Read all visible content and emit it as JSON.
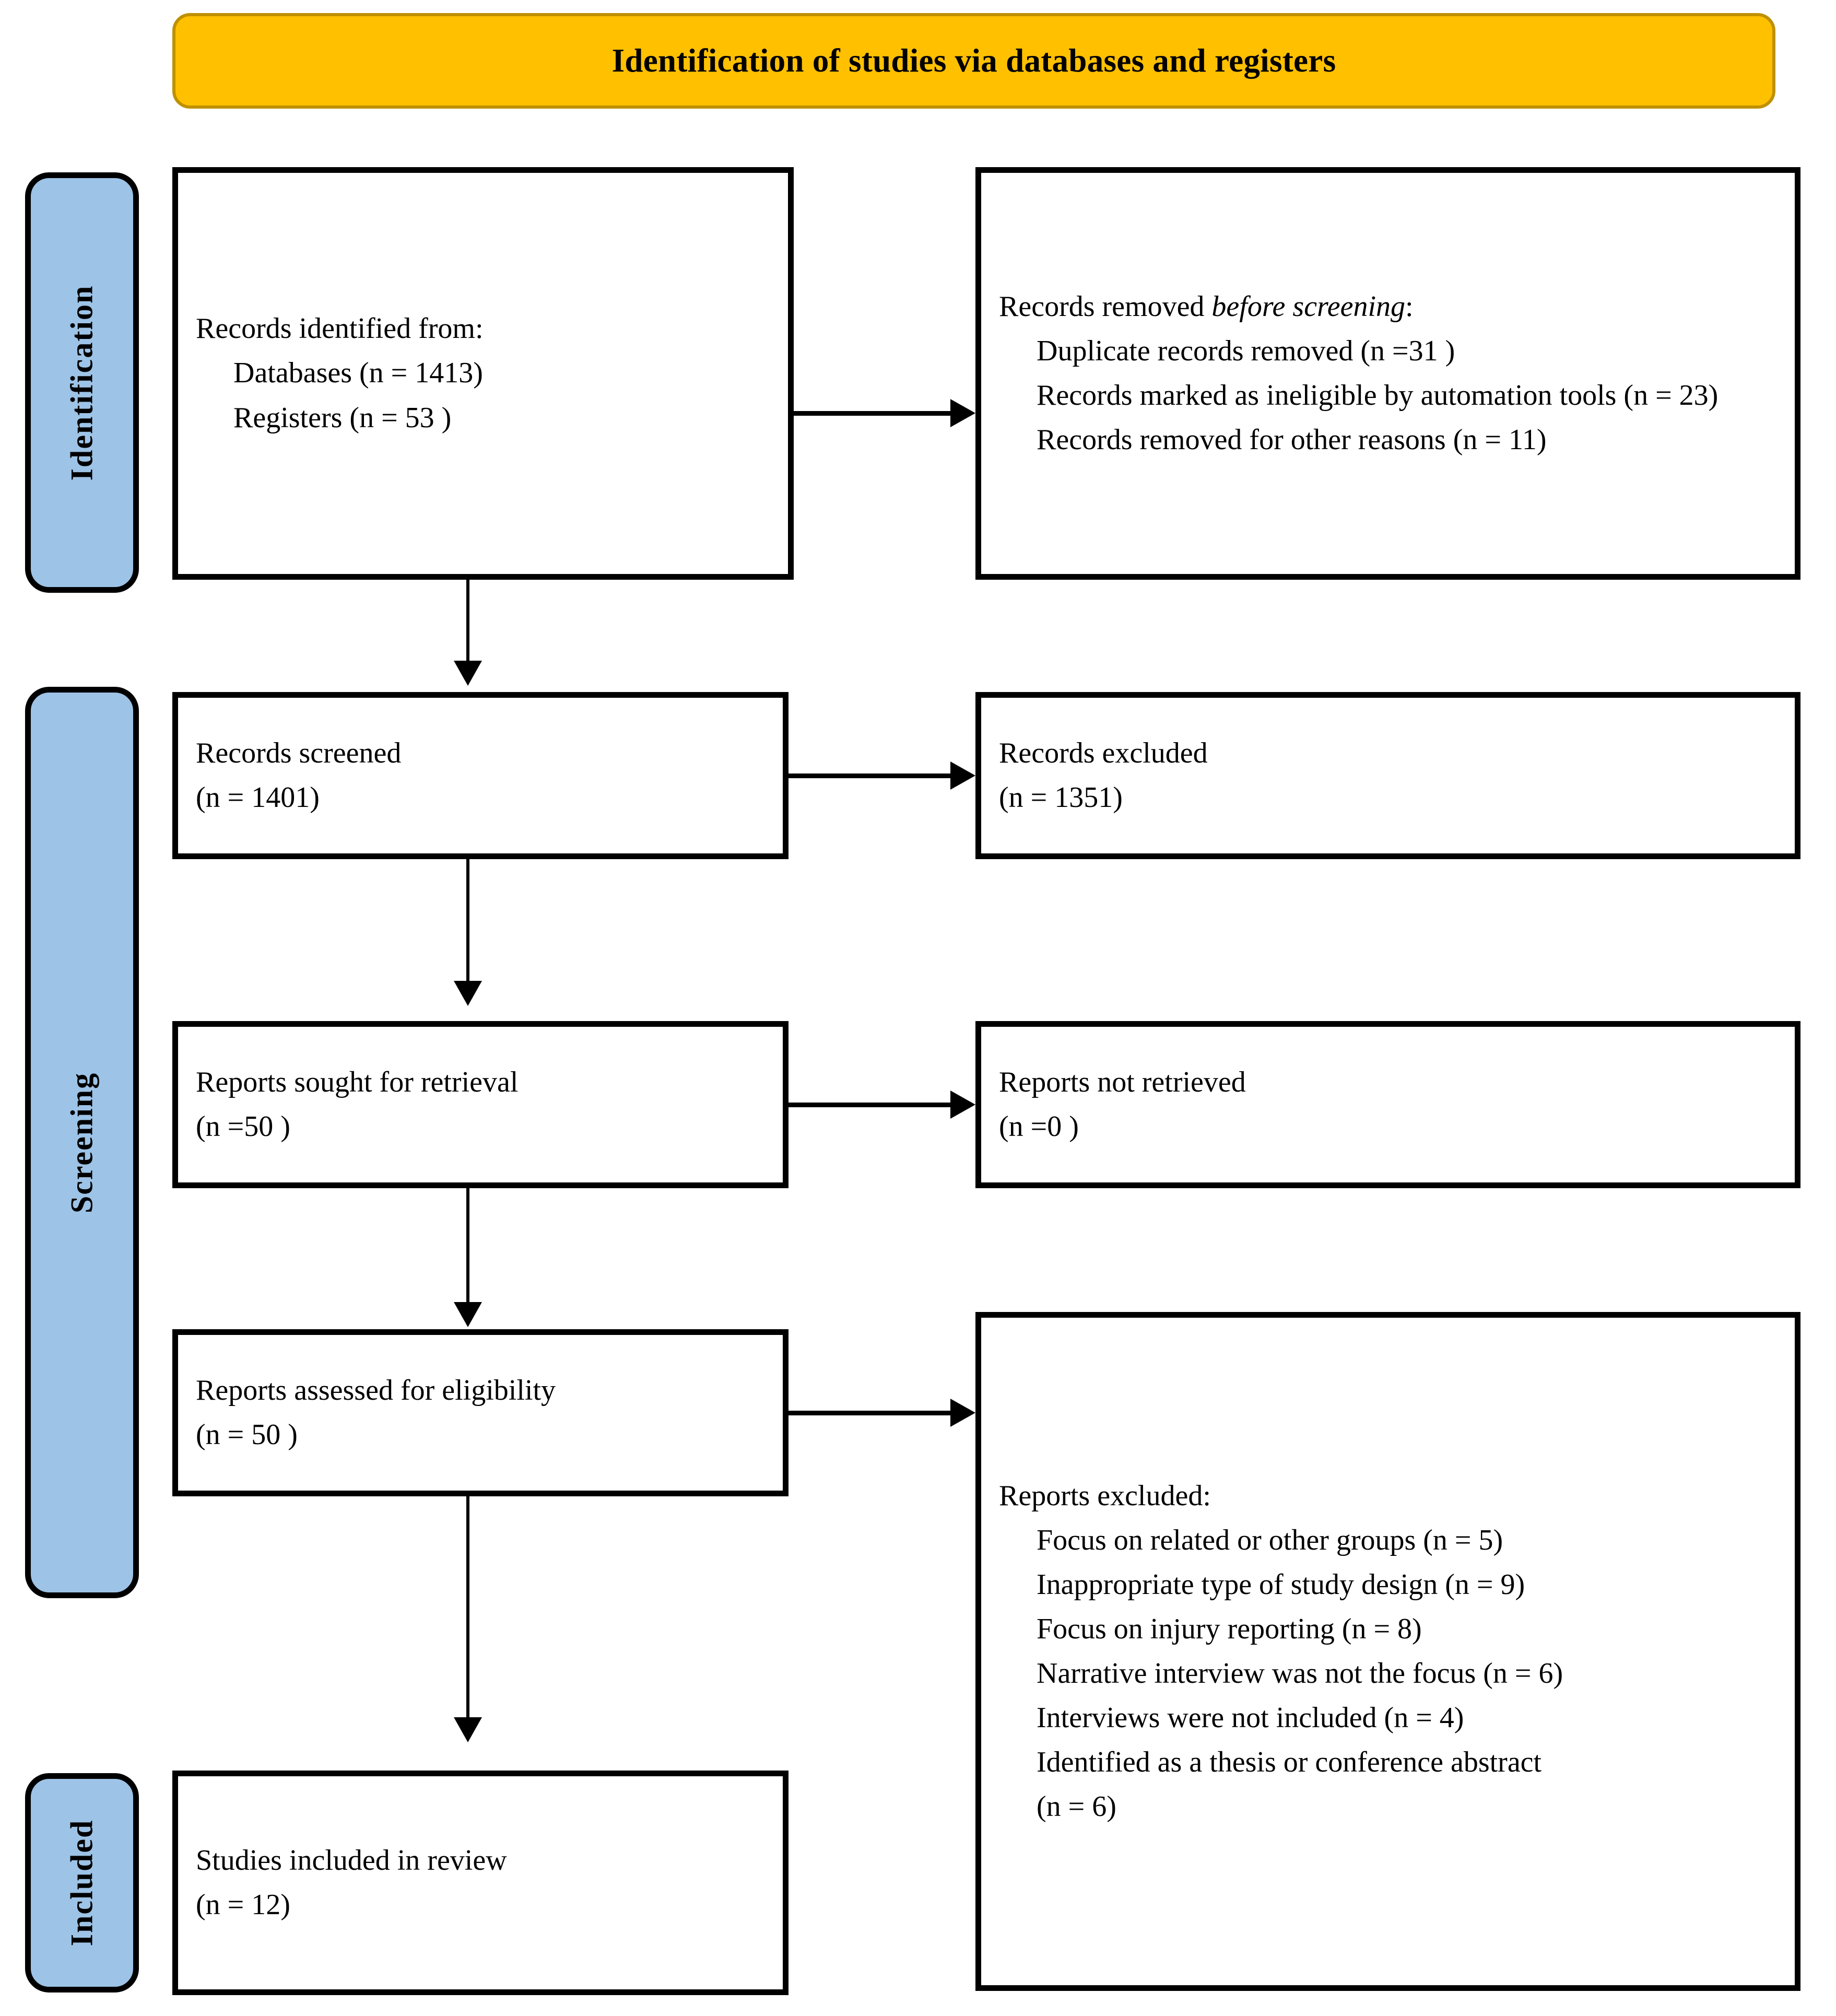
{
  "banner": {
    "title": "Identification of studies via databases and registers",
    "fill_color": "#FFC000",
    "border_color": "#BF9000"
  },
  "stages": {
    "fill_color": "#9DC3E6",
    "identification": "Identification",
    "screening": "Screening",
    "included": "Included"
  },
  "boxes": {
    "identified": {
      "title": "Records identified from:",
      "line1": "Databases (n = 1413)",
      "line2": "Registers (n = 53 )"
    },
    "removed_before_screening": {
      "title_prefix": "Records removed ",
      "title_italic": "before screening",
      "title_suffix": ":",
      "line1": "Duplicate records removed (n =31 )",
      "line2": "Records marked as ineligible by automation tools (n = 23)",
      "line3": "Records removed for other reasons (n = 11)"
    },
    "records_screened": {
      "title": "Records screened",
      "count": "(n = 1401)"
    },
    "records_excluded": {
      "title": "Records excluded",
      "count": "(n = 1351)"
    },
    "reports_sought": {
      "title": "Reports sought for retrieval",
      "count": "(n =50 )"
    },
    "reports_not_retrieved": {
      "title": "Reports not retrieved",
      "count": "(n =0 )"
    },
    "reports_assessed": {
      "title": "Reports assessed for eligibility",
      "count": "(n = 50 )"
    },
    "reports_excluded": {
      "title": "Reports excluded:",
      "reasons": [
        "Focus on related or other groups (n = 5)",
        "Inappropriate type of study design (n = 9)",
        "Focus on injury reporting (n = 8)",
        "Narrative interview was not the focus (n = 6)",
        "Interviews were not included (n = 4)",
        "Identified as a thesis or conference abstract",
        "(n = 6)"
      ]
    },
    "studies_included": {
      "title": "Studies included in review",
      "count": "(n = 12)"
    }
  },
  "chart_data": {
    "type": "diagram",
    "diagram_type": "prisma-flow",
    "title": "Identification of studies via databases and registers",
    "stages": [
      "Identification",
      "Screening",
      "Included"
    ],
    "nodes": [
      {
        "id": "identified",
        "stage": "Identification",
        "label": "Records identified from:",
        "values": [
          {
            "source": "Databases",
            "n": 1413
          },
          {
            "source": "Registers",
            "n": 53
          }
        ]
      },
      {
        "id": "removed",
        "stage": "Identification",
        "label": "Records removed before screening:",
        "values": [
          {
            "reason": "Duplicate records removed",
            "n": 31
          },
          {
            "reason": "Records marked as ineligible by automation tools",
            "n": 23
          },
          {
            "reason": "Records removed for other reasons",
            "n": 11
          }
        ]
      },
      {
        "id": "screened",
        "stage": "Screening",
        "label": "Records screened",
        "n": 1401
      },
      {
        "id": "rec_excluded",
        "stage": "Screening",
        "label": "Records excluded",
        "n": 1351
      },
      {
        "id": "sought",
        "stage": "Screening",
        "label": "Reports sought for retrieval",
        "n": 50
      },
      {
        "id": "not_retrieved",
        "stage": "Screening",
        "label": "Reports not retrieved",
        "n": 0
      },
      {
        "id": "assessed",
        "stage": "Screening",
        "label": "Reports assessed for eligibility",
        "n": 50
      },
      {
        "id": "rep_excluded",
        "stage": "Screening",
        "label": "Reports excluded",
        "values": [
          {
            "reason": "Focus on related or other groups",
            "n": 5
          },
          {
            "reason": "Inappropriate type of study design",
            "n": 9
          },
          {
            "reason": "Focus on injury reporting",
            "n": 8
          },
          {
            "reason": "Narrative interview was not the focus",
            "n": 6
          },
          {
            "reason": "Interviews were not included",
            "n": 4
          },
          {
            "reason": "Identified as a thesis or conference abstract",
            "n": 6
          }
        ]
      },
      {
        "id": "included",
        "stage": "Included",
        "label": "Studies included in review",
        "n": 12
      }
    ],
    "edges": [
      {
        "from": "identified",
        "to": "removed",
        "direction": "right"
      },
      {
        "from": "identified",
        "to": "screened",
        "direction": "down"
      },
      {
        "from": "screened",
        "to": "rec_excluded",
        "direction": "right"
      },
      {
        "from": "screened",
        "to": "sought",
        "direction": "down"
      },
      {
        "from": "sought",
        "to": "not_retrieved",
        "direction": "right"
      },
      {
        "from": "sought",
        "to": "assessed",
        "direction": "down"
      },
      {
        "from": "assessed",
        "to": "rep_excluded",
        "direction": "right"
      },
      {
        "from": "assessed",
        "to": "included",
        "direction": "down"
      }
    ]
  }
}
